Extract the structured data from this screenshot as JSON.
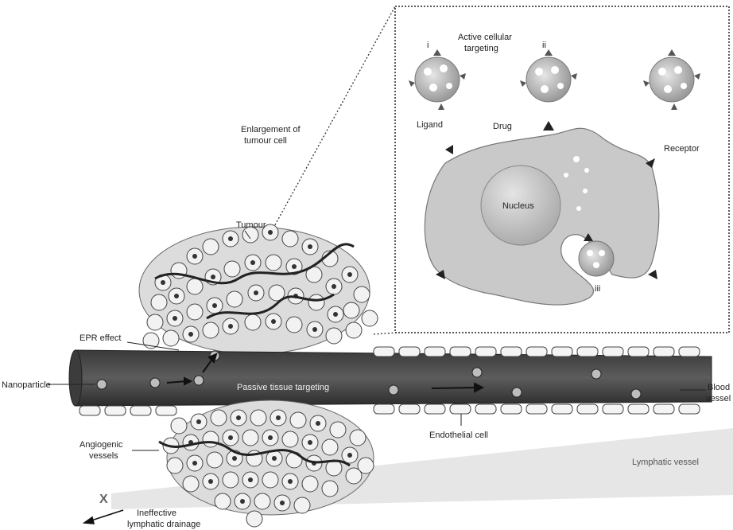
{
  "labels": {
    "active_targeting_line1": "Active cellular",
    "active_targeting_line2": "targeting",
    "roman_i": "i",
    "roman_ii": "ii",
    "roman_iii": "iii",
    "ligand": "Ligand",
    "drug": "Drug",
    "receptor": "Receptor",
    "nucleus": "Nucleus",
    "enlargement_line1": "Enlargement of",
    "enlargement_line2": "tumour cell",
    "tumour": "Tumour",
    "epr_effect": "EPR effect",
    "nanoparticle": "Nanoparticle",
    "passive_targeting": "Passive tissue targeting",
    "blood_line1": "Blood",
    "blood_line2": "vessel",
    "endothelial_cell": "Endothelial cell",
    "angiogenic_line1": "Angiogenic",
    "angiogenic_line2": "vessels",
    "lymphatic_vessel": "Lymphatic vessel",
    "ineffective_line1": "Ineffective",
    "ineffective_line2": "lymphatic drainage",
    "x_mark": "X"
  },
  "colors": {
    "vessel": "#4a4a4a",
    "vessel_dark": "#2e2e2e",
    "cell_fill": "#d6d6d6",
    "tumour_cell": "#e8e8e8",
    "nanoparticle": "#9a9a9a",
    "lymphatic": "#e4e4e4",
    "inset_border": "#222222"
  }
}
